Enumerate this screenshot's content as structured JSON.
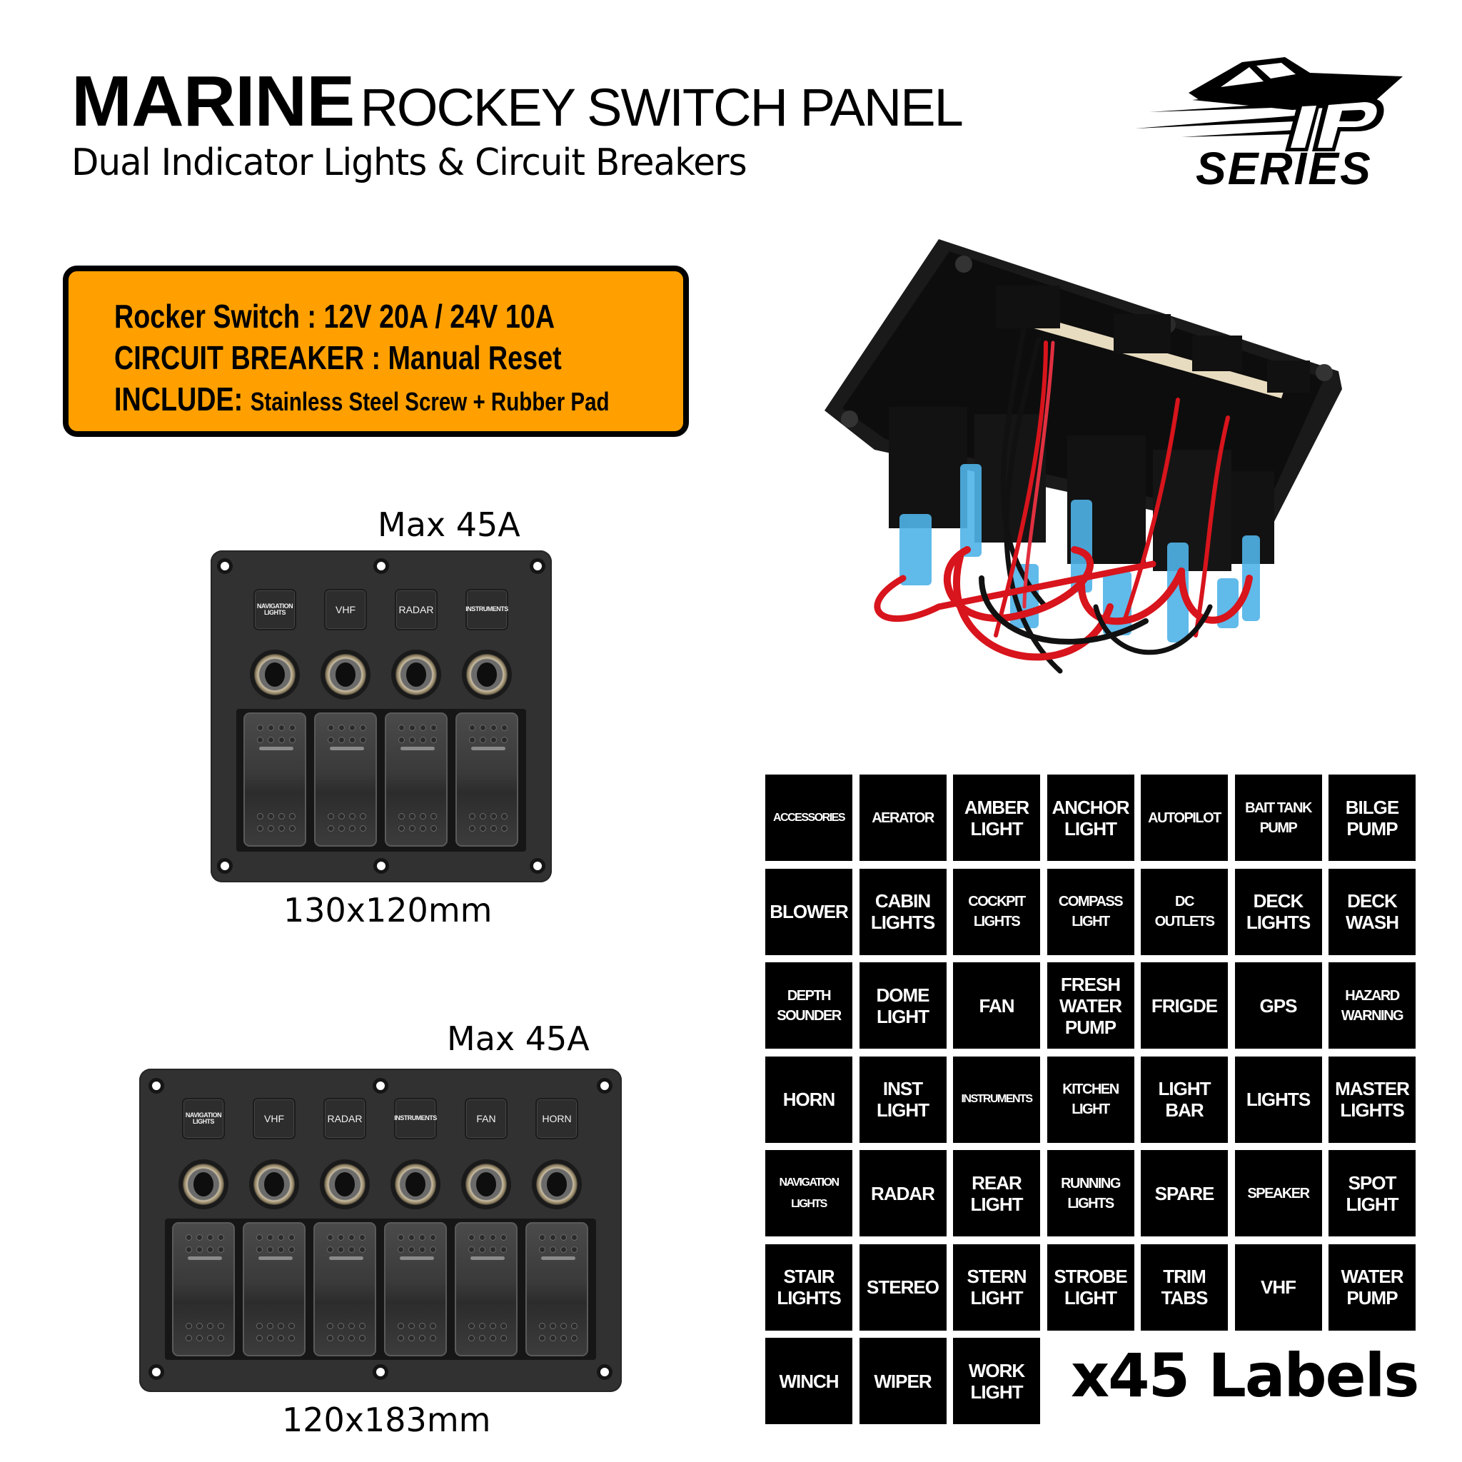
{
  "header": {
    "title_bold": "MARINE",
    "title_light": "ROCKEY SWITCH PANEL",
    "subtitle": "Dual Indicator Lights & Circuit Breakers"
  },
  "logo": {
    "icon": "speedboat-logo-icon",
    "letters": "IP",
    "word": "SERIES"
  },
  "specs": {
    "background_color": "#ffa000",
    "lines": [
      {
        "key": "Rocker Switch",
        "sep": " : ",
        "value": "12V 20A / 24V 10A"
      },
      {
        "key": "CIRCUIT BREAKER",
        "sep": " : ",
        "value": "Manual Reset"
      },
      {
        "key": "INCLUDE:",
        "sep": " ",
        "value": "Stainless Steel Screw + Rubber Pad"
      }
    ]
  },
  "panel_4": {
    "max_label": "Max 45A",
    "dimensions": "130x120mm",
    "switches": [
      "NAVIGATION\nLIGHTS",
      "VHF",
      "RADAR",
      "INSTRUMENTS"
    ]
  },
  "panel_6": {
    "max_label": "Max 45A",
    "dimensions": "120x183mm",
    "switches": [
      "NAVIGATION\nLIGHTS",
      "VHF",
      "RADAR",
      "INSTRUMENTS",
      "FAN",
      "HORN"
    ]
  },
  "rear_view": {
    "description": "rear-wiring-photo",
    "wire_colors": [
      "#d8141c",
      "#111111",
      "#3fa9e0"
    ]
  },
  "labels": {
    "count_text": "x45 Labels",
    "items": [
      "ACCESSORIES",
      "AERATOR",
      "AMBER\nLIGHT",
      "ANCHOR\nLIGHT",
      "AUTOPILOT",
      "BAIT TANK\nPUMP",
      "BILGE\nPUMP",
      "BLOWER",
      "CABIN\nLIGHTS",
      "COCKPIT\nLIGHTS",
      "COMPASS\nLIGHT",
      "DC\nOUTLETS",
      "DECK\nLIGHTS",
      "DECK\nWASH",
      "DEPTH\nSOUNDER",
      "DOME\nLIGHT",
      "FAN",
      "FRESH\nWATER\nPUMP",
      "FRIGDE",
      "GPS",
      "HAZARD\nWARNING",
      "HORN",
      "INST\nLIGHT",
      "INSTRUMENTS",
      "KITCHEN\nLIGHT",
      "LIGHT\nBAR",
      "LIGHTS",
      "MASTER\nLIGHTS",
      "NAVIGATION\nLIGHTS",
      "RADAR",
      "REAR\nLIGHT",
      "RUNNING\nLIGHTS",
      "SPARE",
      "SPEAKER",
      "SPOT\nLIGHT",
      "STAIR\nLIGHTS",
      "STEREO",
      "STERN\nLIGHT",
      "STROBE\nLIGHT",
      "TRIM\nTABS",
      "VHF",
      "WATER\nPUMP",
      "WINCH",
      "WIPER",
      "WORK\nLIGHT"
    ]
  }
}
